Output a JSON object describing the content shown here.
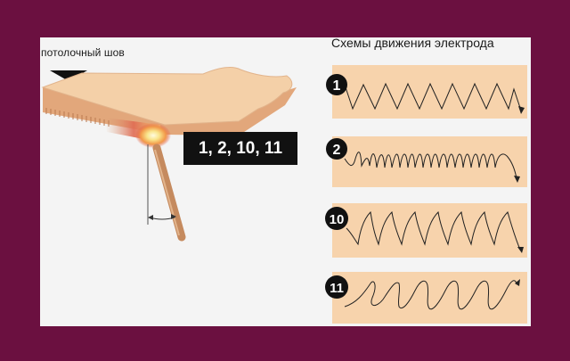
{
  "labels": {
    "seam_label": "потолочный шов",
    "schemes_title": "Схемы движения электрода",
    "positions_badge": "1, 2, 10, 11"
  },
  "schemes": [
    {
      "number": "1"
    },
    {
      "number": "2"
    },
    {
      "number": "10"
    },
    {
      "number": "11"
    }
  ],
  "colors": {
    "background": "#6b1040",
    "panel": "#f4f4f4",
    "plate_top": "#f3cfa6",
    "plate_side": "#e1a77a",
    "scheme_box": "#f7d3ac",
    "badge": "#111111",
    "arc_glow": "#f5d27a",
    "electrode": "#c58a5e"
  },
  "icons": [
    "down-arrow-icon",
    "angle-arc-icon"
  ]
}
